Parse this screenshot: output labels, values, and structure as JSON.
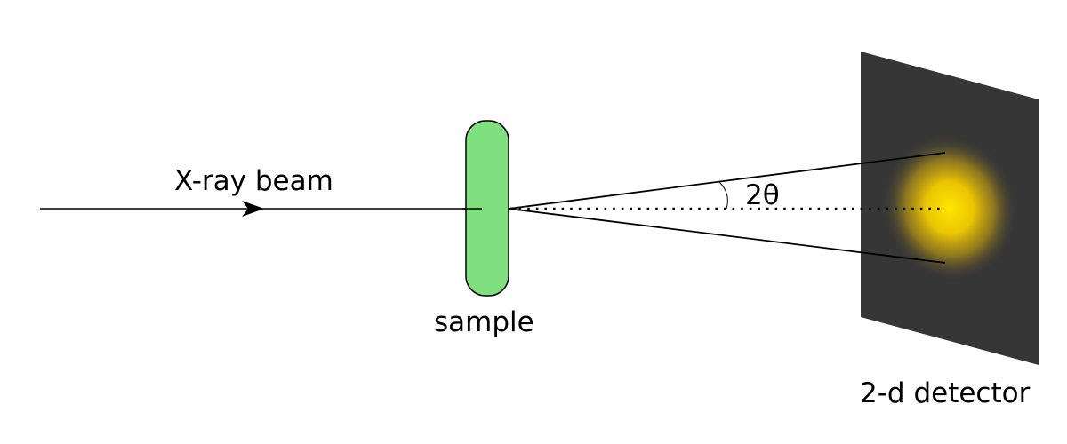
{
  "labels": {
    "beam": "X-ray beam",
    "sample": "sample",
    "angle": "2θ",
    "detector": "2-d detector"
  },
  "colors": {
    "background": "#ffffff",
    "sample_fill": "#80e080",
    "detector_fill": "#363636",
    "spot_center": "#ffe600",
    "spot_mid": "#f5cc00",
    "line": "#000000"
  }
}
